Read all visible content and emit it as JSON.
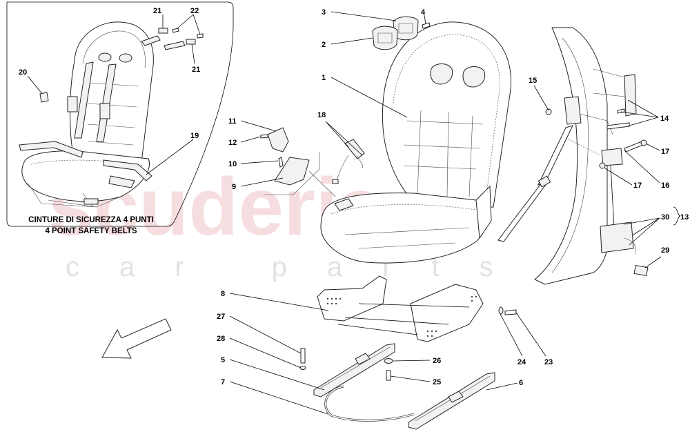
{
  "watermark": {
    "brand": "scuderia",
    "subtitle": "car parts"
  },
  "inset": {
    "caption_line1": "CINTURE DI SICUREZZA 4 PUNTI",
    "caption_line2": "4 POINT SAFETY BELTS"
  },
  "callouts": {
    "c1": "1",
    "c2": "2",
    "c3": "3",
    "c4": "4",
    "c5": "5",
    "c6": "6",
    "c7": "7",
    "c8": "8",
    "c9": "9",
    "c10": "10",
    "c11": "11",
    "c12": "12",
    "c13": "13",
    "c14": "14",
    "c15": "15",
    "c16": "16",
    "c17a": "17",
    "c17b": "17",
    "c18": "18",
    "c19": "19",
    "c20": "20",
    "c21a": "21",
    "c21b": "21",
    "c22": "22",
    "c23": "23",
    "c24": "24",
    "c25": "25",
    "c26": "26",
    "c27": "27",
    "c28": "28",
    "c29": "29",
    "c30": "30"
  },
  "colors": {
    "watermark_red": "#e8a0a8",
    "watermark_grey": "#cccccc",
    "line": "#000000"
  }
}
